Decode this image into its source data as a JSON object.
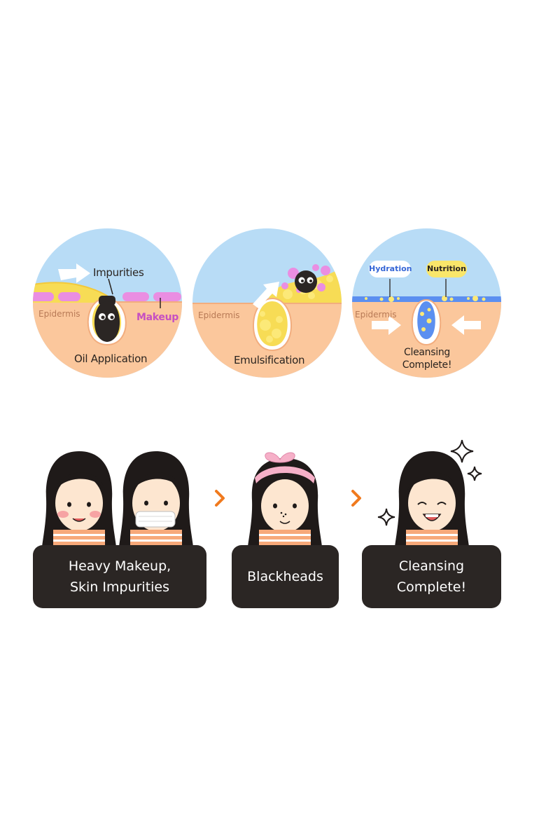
{
  "steps": [
    {
      "caption": "Oil Application",
      "epidermis": "Epidermis",
      "impurities": "Impurities",
      "makeup": "Makeup"
    },
    {
      "caption": "Emulsification",
      "epidermis": "Epidermis"
    },
    {
      "caption_line1": "Cleansing",
      "caption_line2": "Complete!",
      "epidermis": "Epidermis",
      "hydration": "Hydration",
      "nutrition": "Nutrition"
    }
  ],
  "stages": [
    {
      "line1": "Heavy Makeup,",
      "line2": "Skin Impurities"
    },
    {
      "line1": "Blackheads"
    },
    {
      "line1": "Cleansing",
      "line2": "Complete!"
    }
  ],
  "colors": {
    "sky": "#b8dcf6",
    "skin": "#fbc79c",
    "skin_line": "#f2ad7e",
    "oil": "#f7dc55",
    "makeup": "#ea8ee2",
    "makeup_text": "#c64fc2",
    "hydration_layer": "#5b8ff0",
    "box": "#2b2624",
    "chevron": "#f07a1e"
  },
  "icons": [
    "arrow-right-icon",
    "chevron-right-icon",
    "sparkle-icon",
    "blackhead-icon"
  ]
}
